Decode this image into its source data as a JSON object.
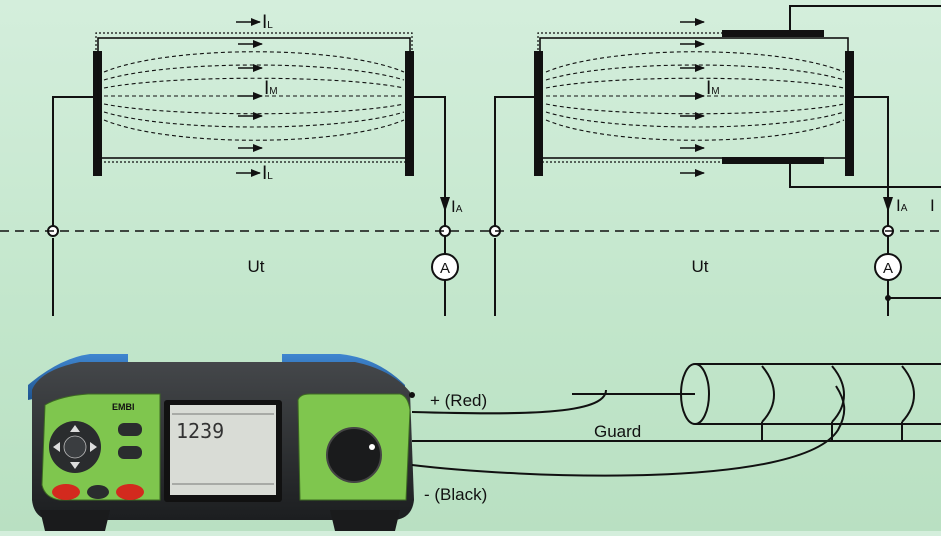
{
  "colors": {
    "background": "#c2e6cb",
    "line": "#111111",
    "instrument_body": "#2b2d2f",
    "instrument_panel_green": "#7fc64e",
    "instrument_blue": "#2e6fb8",
    "lcd": "#d9dcd6",
    "button_red": "#d32a1e"
  },
  "icons": {
    "ammeter": "ammeter-icon",
    "terminal": "terminal-circle-icon",
    "arrow": "current-arrow-icon"
  },
  "left_circuit": {
    "leakage_top": {
      "main": "I",
      "sub": "L"
    },
    "measured": {
      "main": "I",
      "sub": "M"
    },
    "leakage_bottom": {
      "main": "I",
      "sub": "L"
    },
    "ammeter_current": {
      "main": "I",
      "sub": "A"
    },
    "voltage_label": "Ut",
    "ammeter_symbol": "A"
  },
  "right_circuit": {
    "measured": {
      "main": "I",
      "sub": "M"
    },
    "ammeter_current": {
      "main": "I",
      "sub": "A"
    },
    "guard_current_partial": "I",
    "voltage_label": "Ut",
    "ammeter_symbol": "A"
  },
  "instrument": {
    "brand": "EMBI",
    "display_value": "1239",
    "lead_positive": "+ (Red)",
    "lead_guard": "Guard",
    "lead_negative": "- (Black)"
  }
}
